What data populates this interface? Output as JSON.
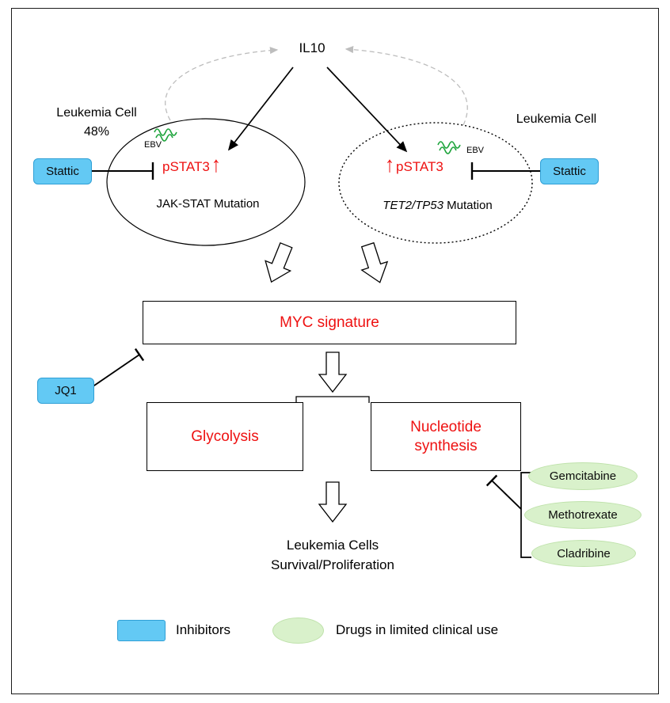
{
  "il10": "IL10",
  "left_cell": {
    "label": "Leukemia Cell",
    "percent": "48%",
    "ebv": "EBV",
    "pstat3": "pSTAT3",
    "up_arrow": "↑",
    "mutation": "JAK-STAT Mutation"
  },
  "right_cell": {
    "label": "Leukemia Cell",
    "ebv": "EBV",
    "pstat3": "pSTAT3",
    "up_arrow": "↑",
    "mutation_gene": "TET2/TP53",
    "mutation_rest": " Mutation"
  },
  "inhibitors": {
    "stattic_left": "Stattic",
    "stattic_right": "Stattic",
    "jq1": "JQ1"
  },
  "boxes": {
    "myc": "MYC signature",
    "glycolysis": "Glycolysis",
    "nucleotide": "Nucleotide synthesis"
  },
  "outcome": {
    "line1": "Leukemia Cells",
    "line2": "Survival/Proliferation"
  },
  "drugs": [
    "Gemcitabine",
    "Methotrexate",
    "Cladribine"
  ],
  "legend": {
    "inhibitors_label": "Inhibitors",
    "drugs_label": "Drugs in limited clinical use"
  },
  "colors": {
    "inhibitor_fill": "#63c9f4",
    "inhibitor_border": "#2f9fd6",
    "drug_fill": "#d9f1cb",
    "drug_border": "#bfe2ab",
    "red": "#ee1111",
    "green": "#1ea43c",
    "dashed_gray": "#bdbdbd"
  }
}
